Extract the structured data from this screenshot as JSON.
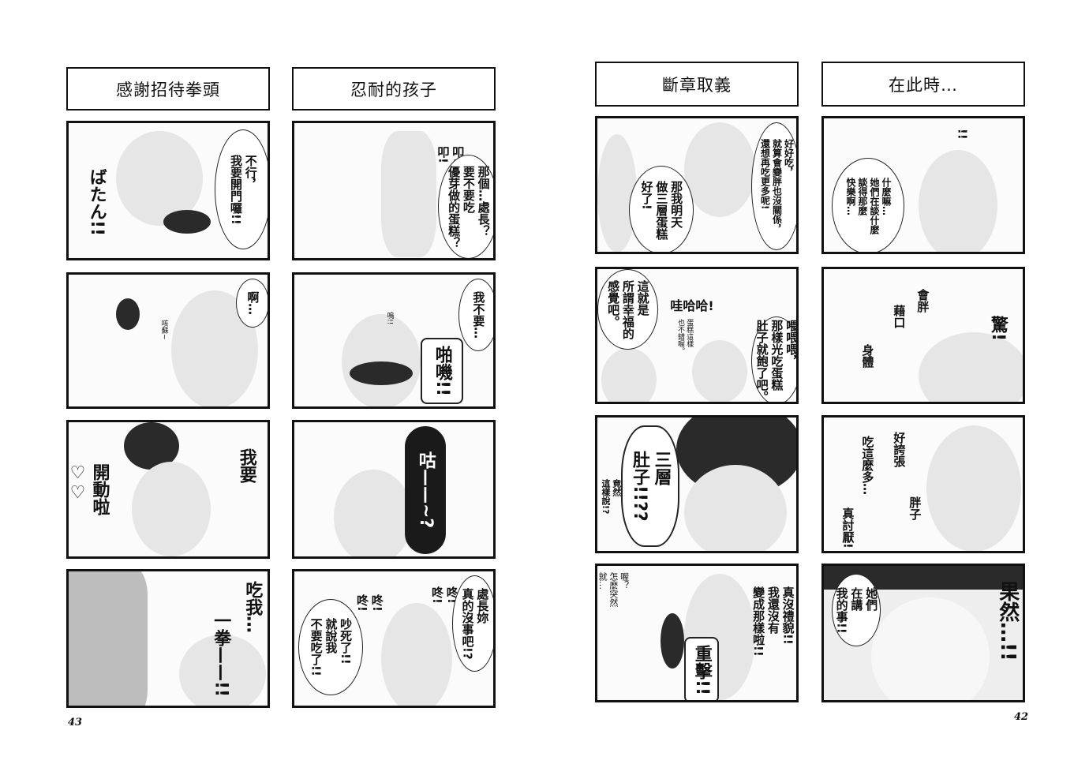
{
  "page_numbers": {
    "left": "43",
    "right": "42"
  },
  "strips": [
    {
      "title": "感謝招待拳頭",
      "panels": [
        {
          "texts": [
            "不行，\n我要開門囉!!",
            "ばたん!!"
          ]
        },
        {
          "texts": [
            "啊…",
            "咳蘇~"
          ]
        },
        {
          "texts": [
            "我要",
            "開動啦\n♡♡"
          ]
        },
        {
          "texts": [
            "吃我…",
            "一拳——!!"
          ]
        }
      ]
    },
    {
      "title": "忍耐的孩子",
      "panels": [
        {
          "texts": [
            "叩!\n叩!",
            "那個…處長？\n要不要吃\n優芽做的蛋糕？"
          ]
        },
        {
          "texts": [
            "我不要…",
            "啪嘰!!",
            "嗚!!"
          ]
        },
        {
          "texts": [
            "咕——~?"
          ]
        },
        {
          "texts": [
            "咚!\n咚!",
            "咚!\n咚!",
            "處長妳\n真的沒事吧!?",
            "吵死了!!\n就說我\n不要吃了!!"
          ]
        }
      ]
    },
    {
      "title": "斷章取義",
      "panels": [
        {
          "texts": [
            "好好吃，\n就算會變胖也沒關係，\n還想再吃更多呢!",
            "那我明天\n做三層蛋糕\n好了!"
          ]
        },
        {
          "texts": [
            "這就是\n所謂幸福的\n感覺吧。",
            "哇哈哈!",
            "蛋糕這樣\n也不錯喔。",
            "喂喂喂，\n那樣光吃蛋糕\n肚子就飽了吧。"
          ]
        },
        {
          "texts": [
            "三層\n肚子!!??",
            "竟然\n這樣說!?"
          ]
        },
        {
          "texts": [
            "真沒禮貌!!\n我還沒有\n變成那樣啦!!",
            "喔？\n怎麼突然\n就…",
            "重擊!!"
          ]
        }
      ]
    },
    {
      "title": "在此時…",
      "panels": [
        {
          "texts": [
            "什麼嘛…\n她們在談什麼\n談得那麼\n快樂啊…",
            "!!"
          ]
        },
        {
          "texts": [
            "會胖",
            "藉口",
            "身體",
            "驚!"
          ]
        },
        {
          "texts": [
            "好誇張",
            "吃這麼多…",
            "胖子",
            "真討厭!"
          ]
        },
        {
          "texts": [
            "果然…!!",
            "她們\n在講\n我的事!!"
          ]
        }
      ]
    }
  ]
}
